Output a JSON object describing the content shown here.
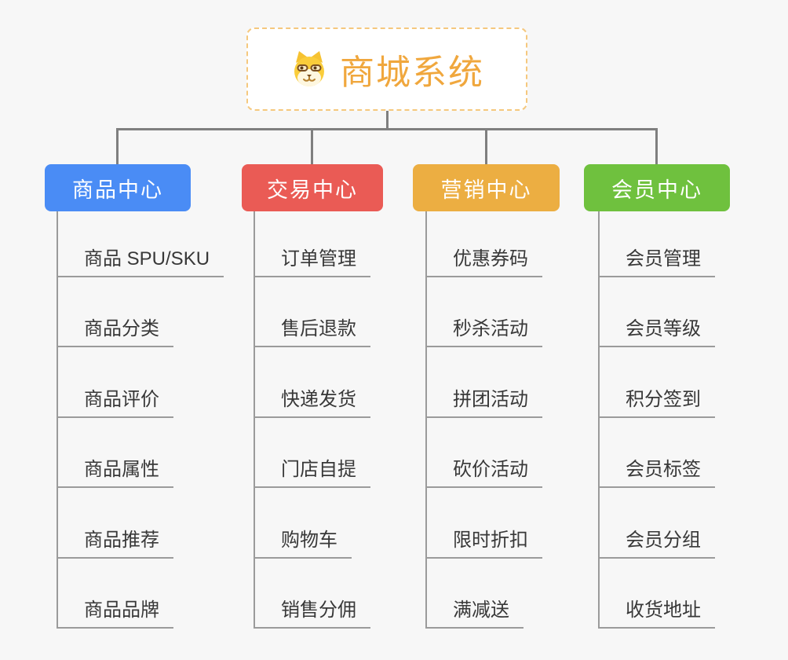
{
  "root": {
    "label": "商城系统",
    "icon": "dog-face-icon"
  },
  "colors": {
    "background": "#f7f7f7",
    "root_text": "#F0A73D",
    "root_border": "#F5C87E",
    "connector": "#7f7f7f",
    "item_line": "#9b9b9b",
    "item_text": "#383838",
    "header_text": "#ffffff"
  },
  "branches": [
    {
      "label": "商品中心",
      "color": "#4A8CF5",
      "items": [
        "商品 SPU/SKU",
        "商品分类",
        "商品评价",
        "商品属性",
        "商品推荐",
        "商品品牌"
      ]
    },
    {
      "label": "交易中心",
      "color": "#EA5B55",
      "items": [
        "订单管理",
        "售后退款",
        "快递发货",
        "门店自提",
        "购物车",
        "销售分佣"
      ]
    },
    {
      "label": "营销中心",
      "color": "#ECAE42",
      "items": [
        "优惠券码",
        "秒杀活动",
        "拼团活动",
        "砍价活动",
        "限时折扣",
        "满减送"
      ]
    },
    {
      "label": "会员中心",
      "color": "#6FC13E",
      "items": [
        "会员管理",
        "会员等级",
        "积分签到",
        "会员标签",
        "会员分组",
        "收货地址"
      ]
    }
  ]
}
